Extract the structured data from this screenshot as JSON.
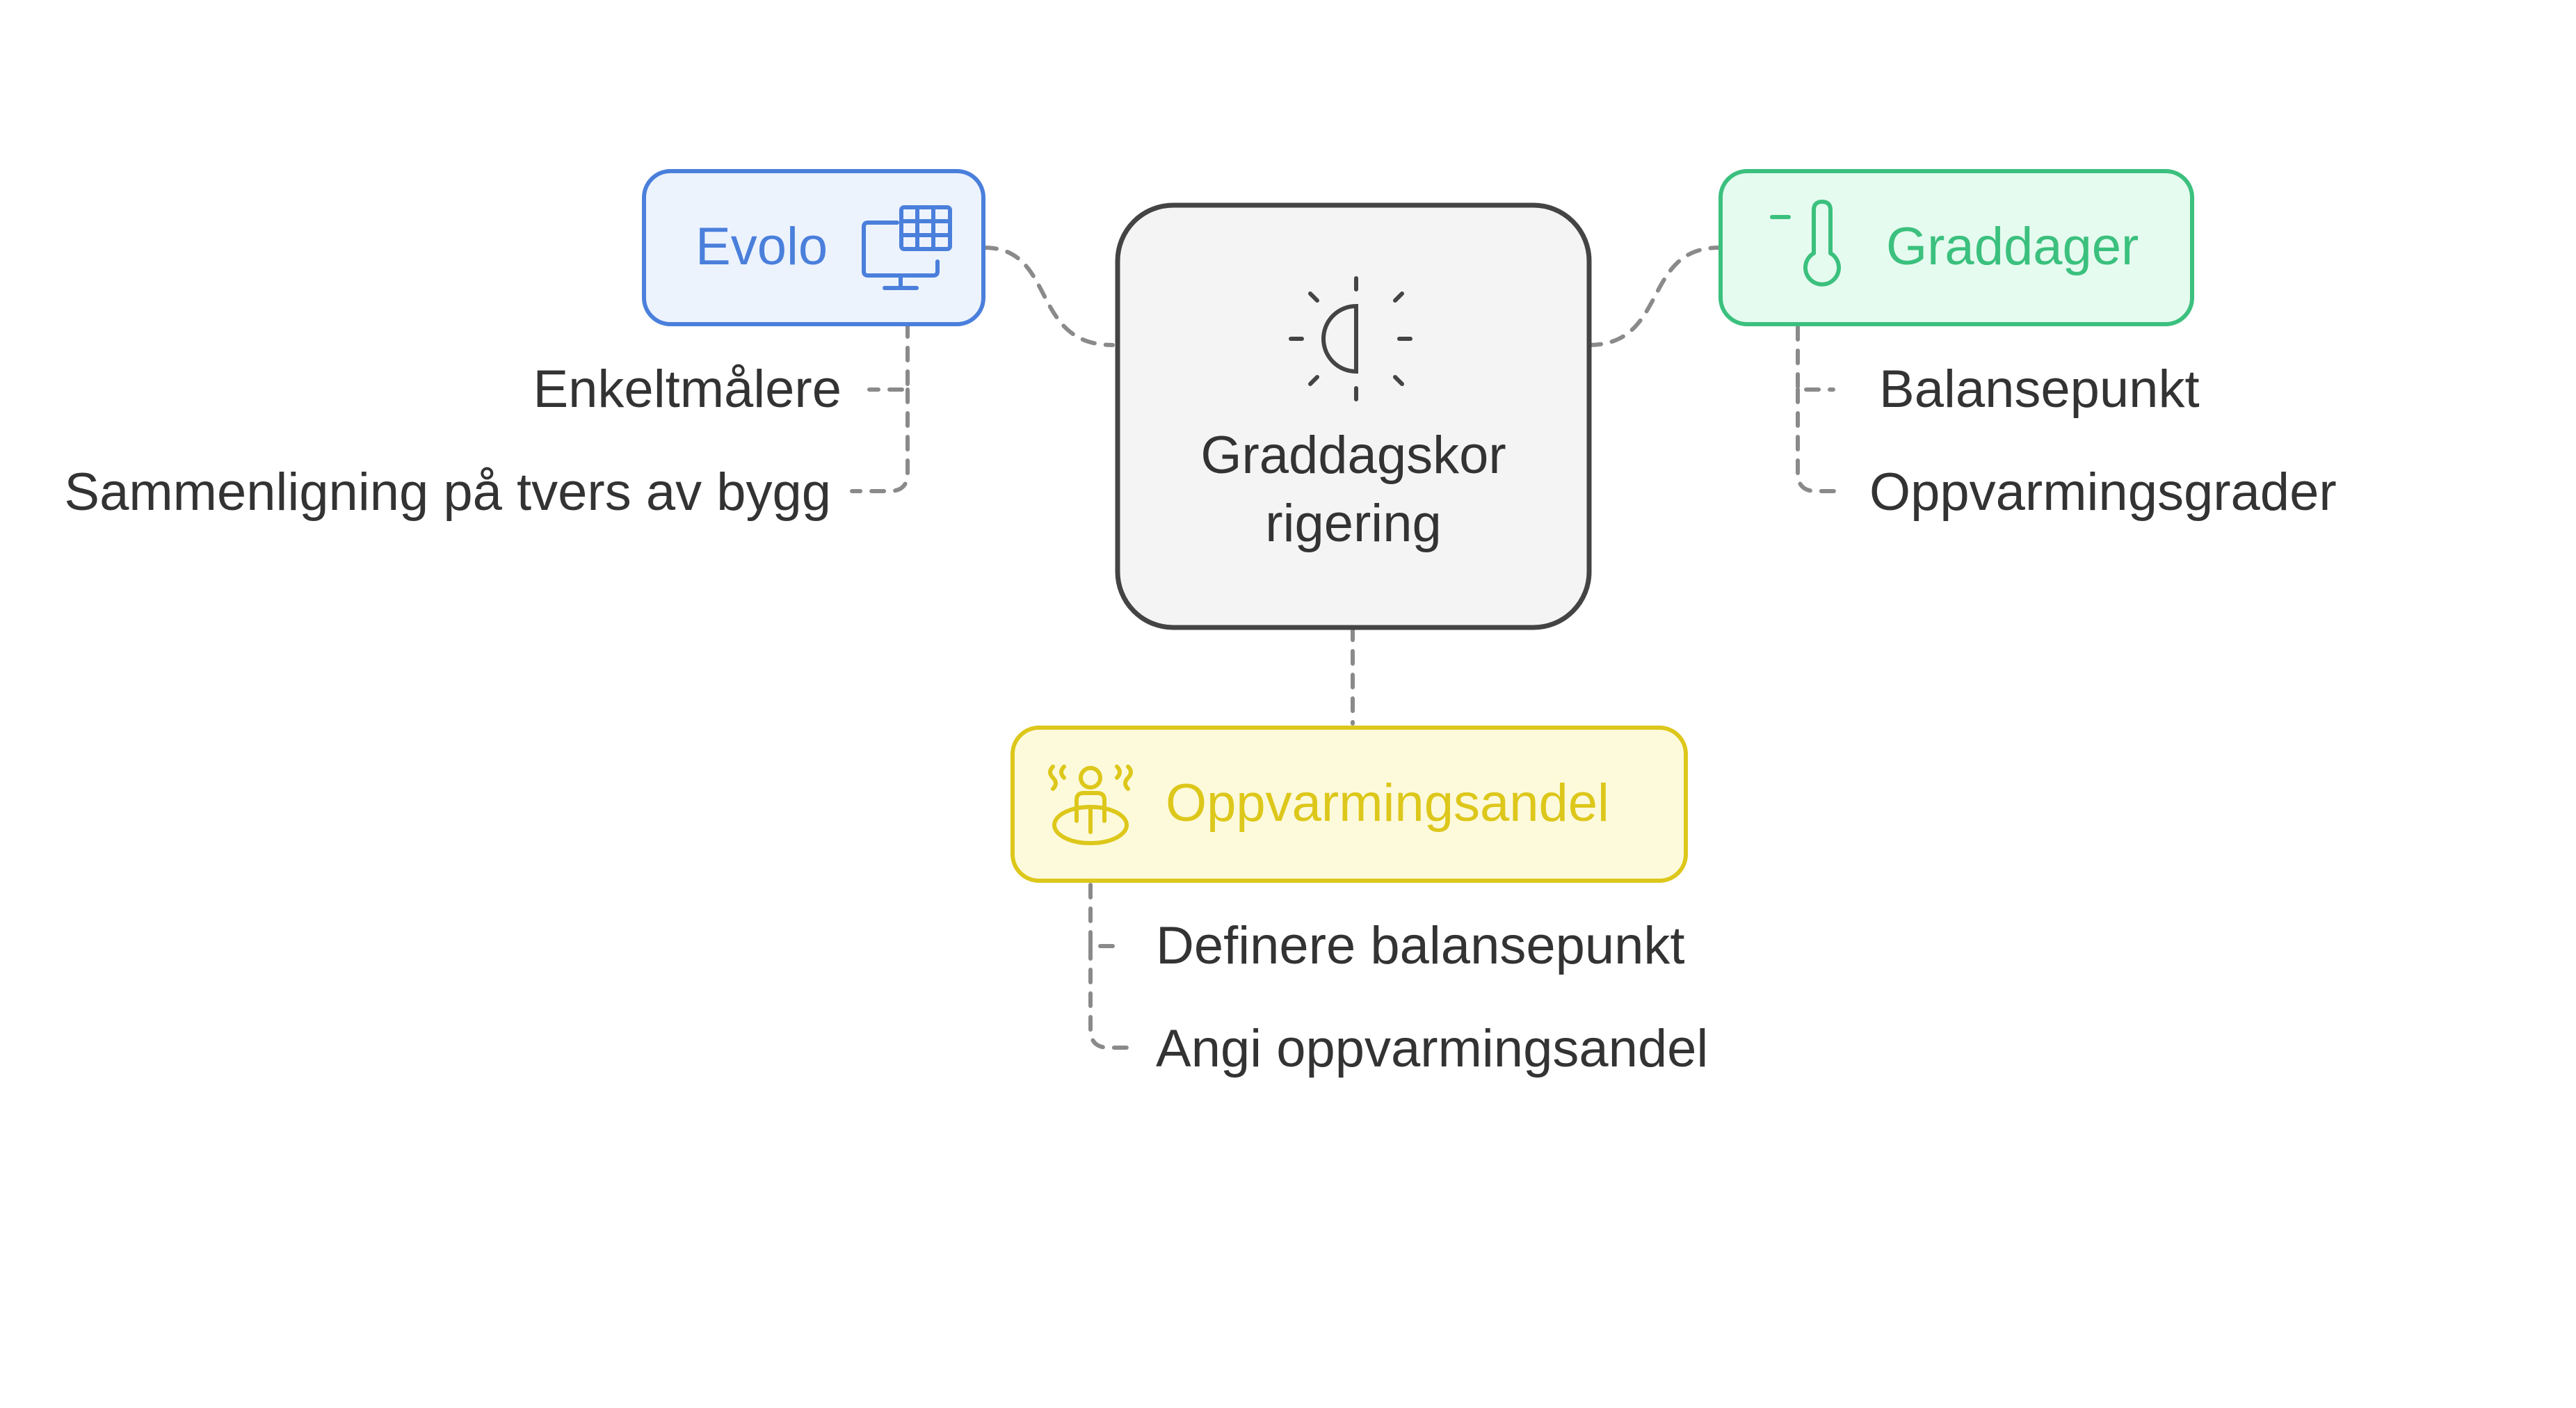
{
  "center": {
    "title_line1": "Graddagskor",
    "title_line2": "rigering",
    "icon": "half-sun-icon"
  },
  "nodes": {
    "evolo": {
      "label": "Evolo",
      "icon": "monitor-table-icon",
      "color": "#4a7fdc",
      "fill": "#edf3fd",
      "children": [
        "Enkeltmålere",
        "Sammenligning på tvers av bygg"
      ]
    },
    "graddager": {
      "label": "Graddager",
      "icon": "thermometer-icon",
      "color": "#3cc07e",
      "fill": "#e6fbf0",
      "children": [
        "Balansepunkt",
        "Oppvarmingsgrader"
      ]
    },
    "oppvarmingsandel": {
      "label": "Oppvarmingsandel",
      "icon": "person-heat-icon",
      "color": "#dcc71a",
      "fill": "#fdfadb",
      "children": [
        "Definere balansepunkt",
        "Angi oppvarmingsandel"
      ]
    }
  }
}
